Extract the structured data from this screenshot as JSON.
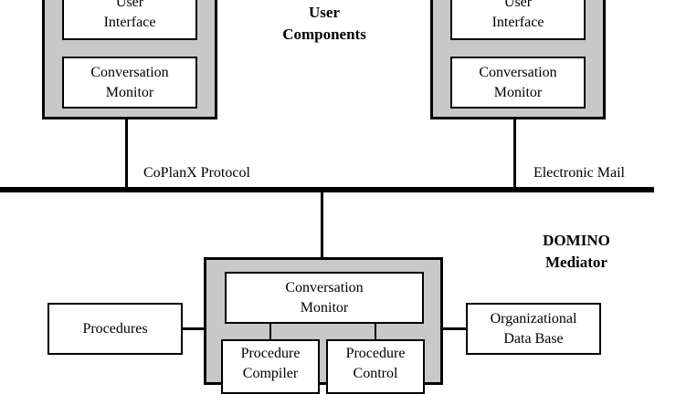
{
  "diagram": {
    "user_components_label": "User\nComponents",
    "domino_label": "DOMINO\nMediator",
    "protocol_left": "CoPlanX Protocol",
    "protocol_right": "Electronic Mail",
    "left_client": {
      "ui_box": "User\nInterface",
      "monitor_box": "Conversation\nMonitor"
    },
    "right_client": {
      "ui_box": "User\nInterface",
      "monitor_box": "Conversation\nMonitor"
    },
    "mediator": {
      "monitor_box": "Conversation\nMonitor",
      "compiler_box": "Procedure\nCompiler",
      "control_box": "Procedure\nControl"
    },
    "procedures_box": "Procedures",
    "org_db_box": "Organizational\nData Base"
  }
}
